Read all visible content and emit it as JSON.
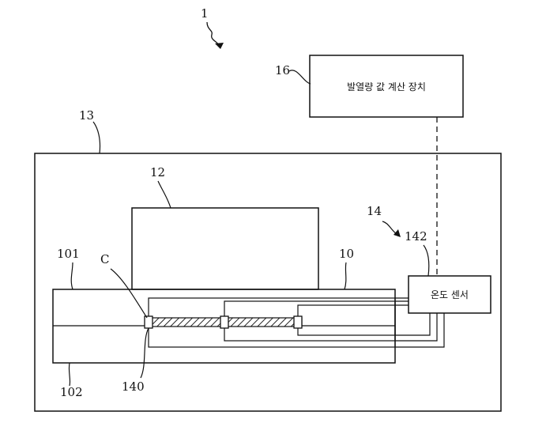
{
  "figure": {
    "labels": {
      "system": "1",
      "calc_device_ref": "16",
      "calc_device_text": "발열량 값 계산 장치",
      "enclosure_ref": "13",
      "upper_block_ref": "12",
      "sensor_group_ref": "14",
      "sensor_ref": "142",
      "sensor_text": "온도 센서",
      "body_ref": "10",
      "upper_plate_ref": "101",
      "lower_plate_ref": "102",
      "point_ref": "C",
      "probe_ref": "140"
    }
  }
}
